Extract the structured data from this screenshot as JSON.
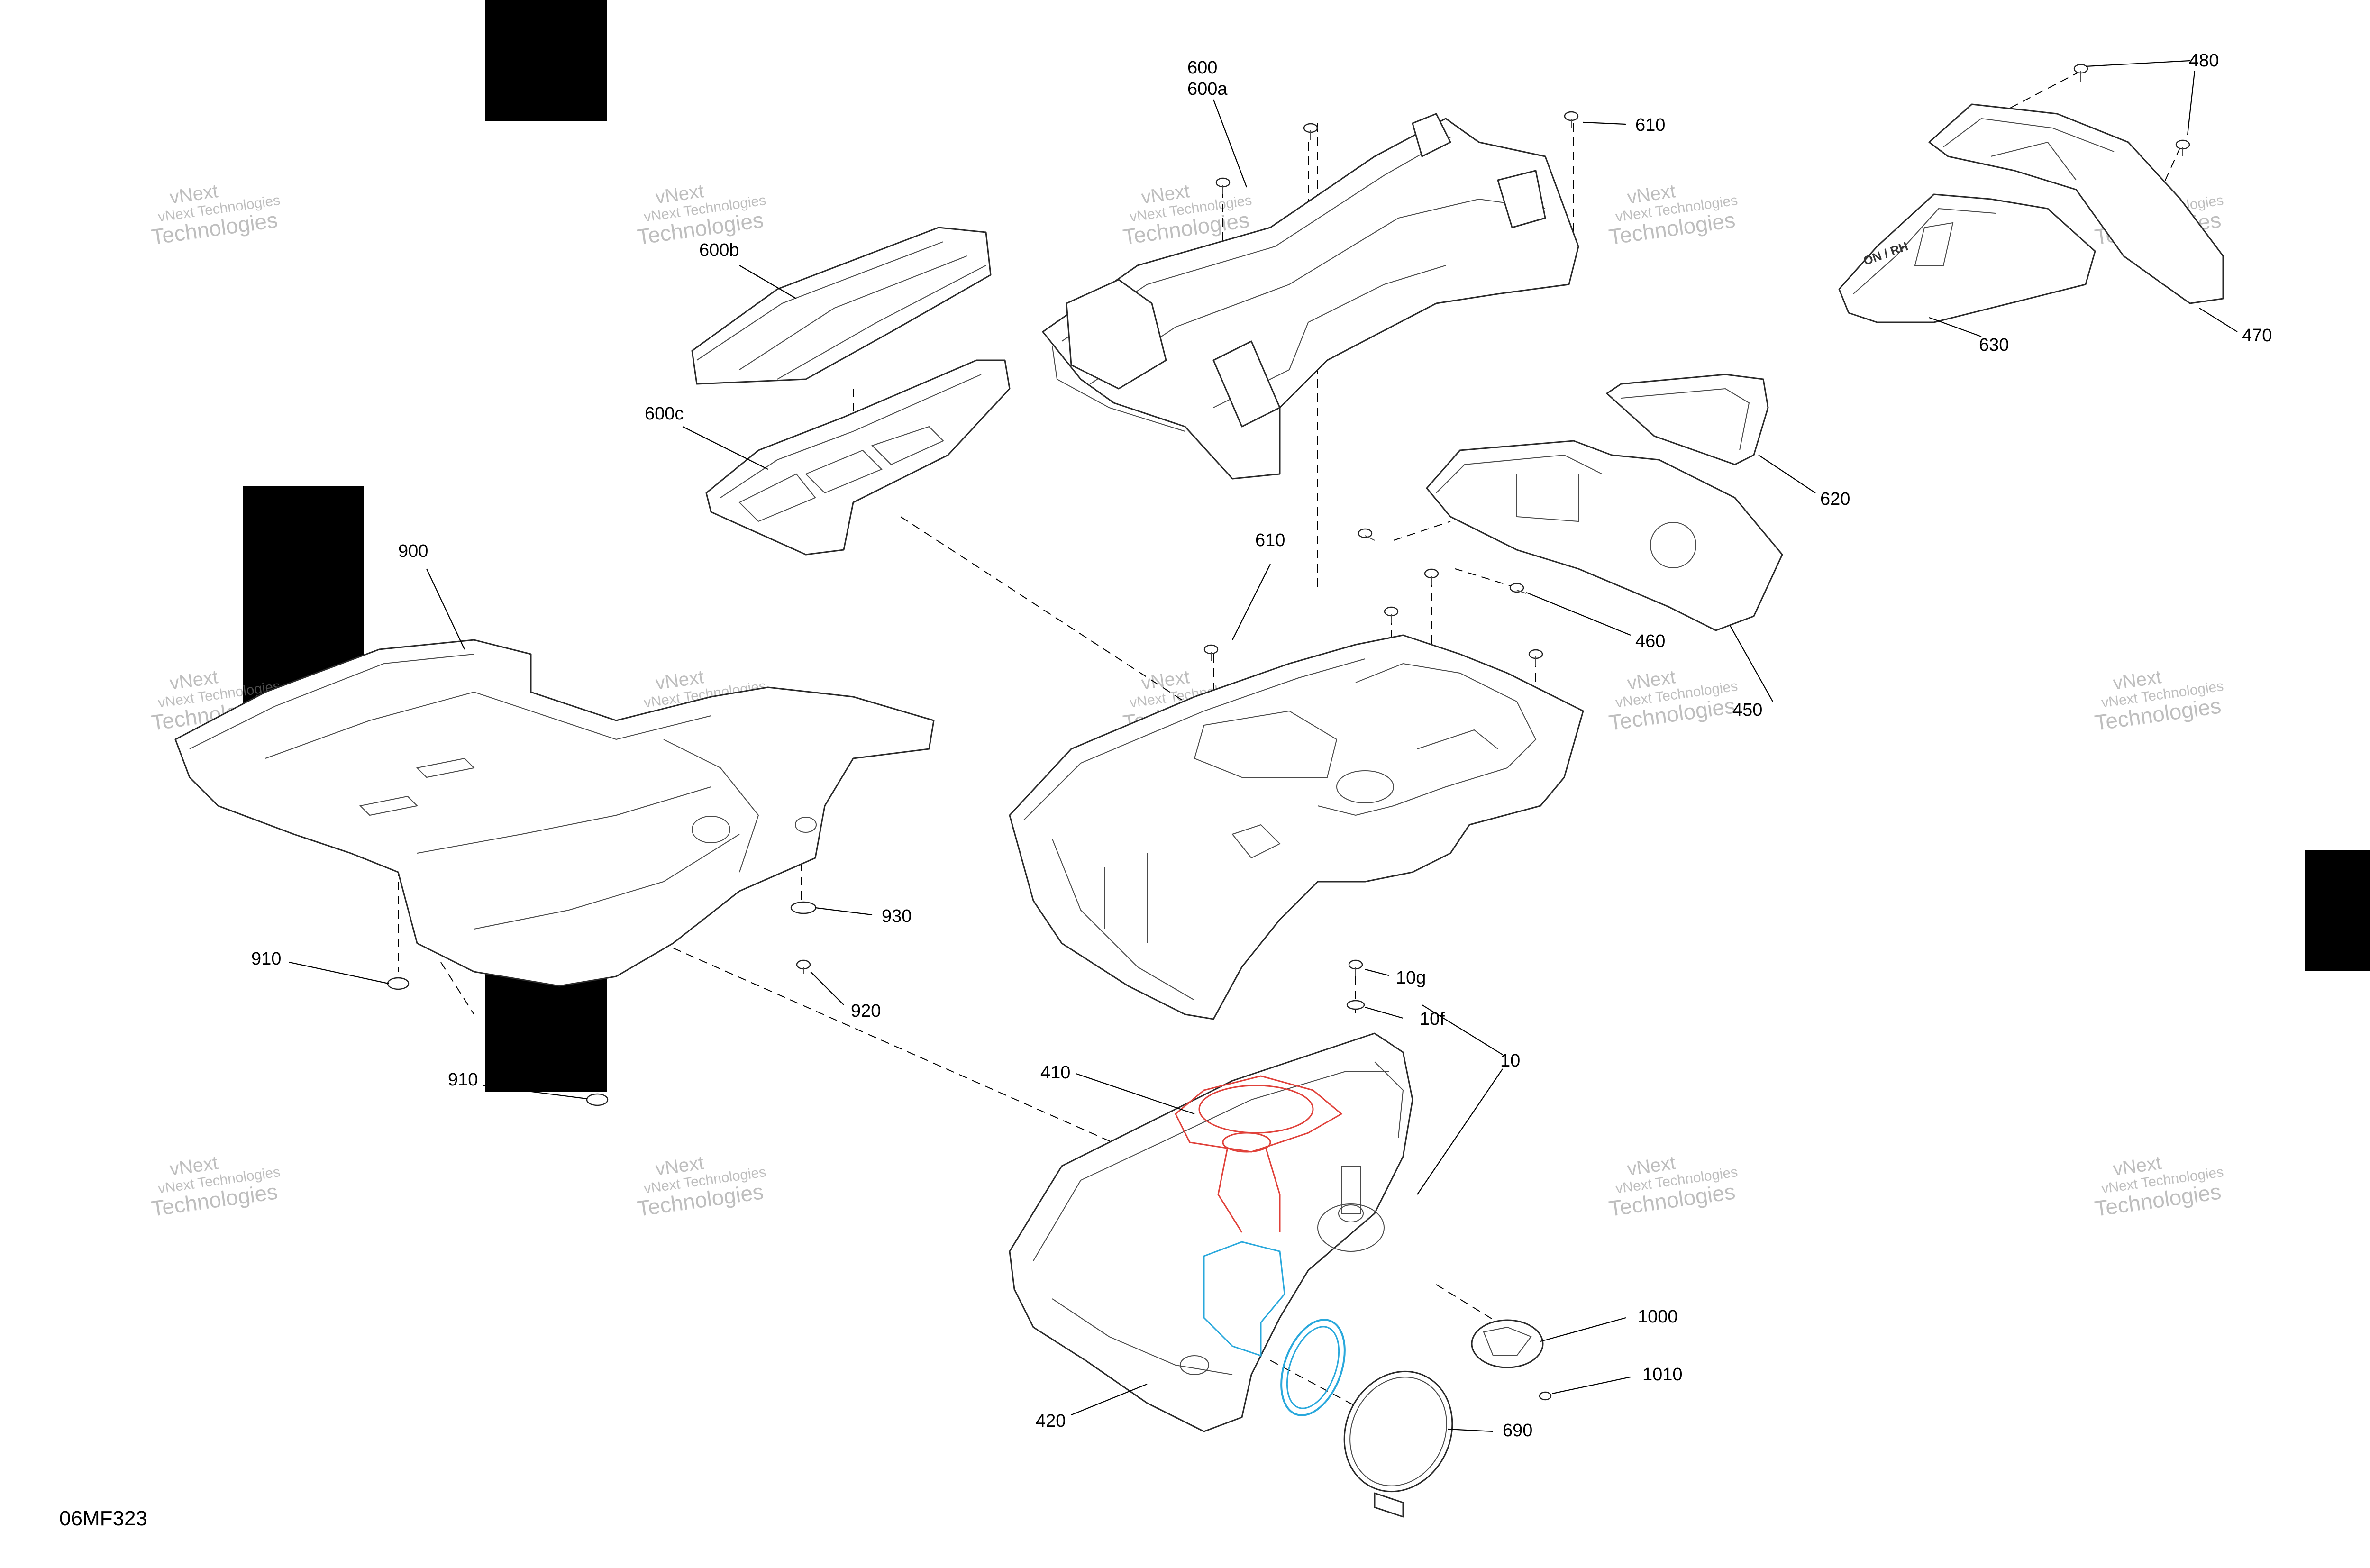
{
  "drawing_id": "06MF323",
  "watermark": {
    "line1": "vNext",
    "line2": "vNext Technologies",
    "line3": "Technologies"
  },
  "callouts": [
    {
      "id": "c600",
      "text": "600"
    },
    {
      "id": "c600a",
      "text": "600a"
    },
    {
      "id": "c600b",
      "text": "600b"
    },
    {
      "id": "c600c",
      "text": "600c"
    },
    {
      "id": "c610a",
      "text": "610"
    },
    {
      "id": "c610b",
      "text": "610"
    },
    {
      "id": "c480",
      "text": "480"
    },
    {
      "id": "c470",
      "text": "470"
    },
    {
      "id": "c630",
      "text": "630"
    },
    {
      "id": "c620",
      "text": "620"
    },
    {
      "id": "c460",
      "text": "460"
    },
    {
      "id": "c450",
      "text": "450"
    },
    {
      "id": "c900",
      "text": "900"
    },
    {
      "id": "c930",
      "text": "930"
    },
    {
      "id": "c920",
      "text": "920"
    },
    {
      "id": "c910a",
      "text": "910"
    },
    {
      "id": "c910b",
      "text": "910"
    },
    {
      "id": "c10g",
      "text": "10g"
    },
    {
      "id": "c10f",
      "text": "10f"
    },
    {
      "id": "c10",
      "text": "10"
    },
    {
      "id": "c410",
      "text": "410"
    },
    {
      "id": "c420",
      "text": "420"
    },
    {
      "id": "c1000",
      "text": "1000"
    },
    {
      "id": "c1010",
      "text": "1010"
    },
    {
      "id": "c690",
      "text": "690"
    }
  ],
  "colors": {
    "line": "#2a2a2a",
    "highlight_410": "#e0413a",
    "highlight_420": "#29a8dc",
    "redaction": "#000000"
  }
}
